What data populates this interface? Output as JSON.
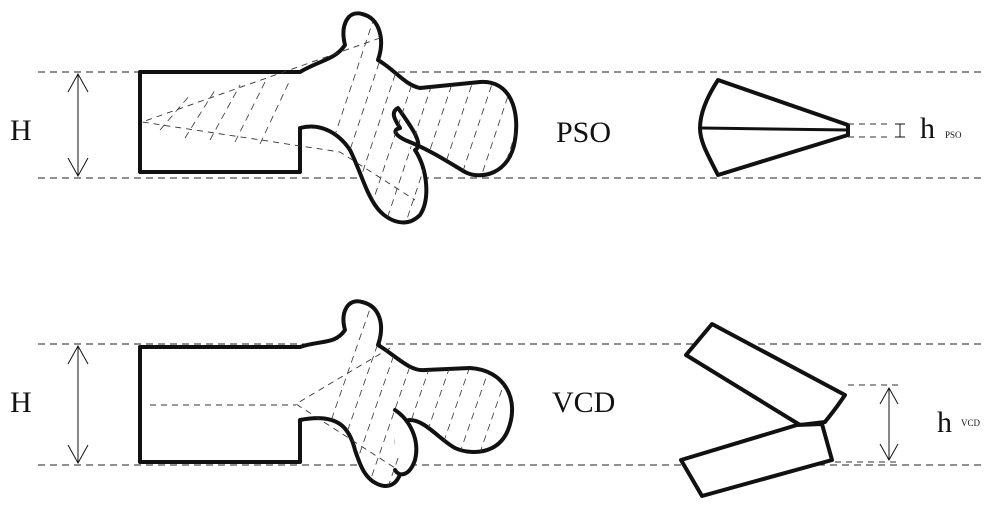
{
  "top": {
    "height_label": "H",
    "method_label": "PSO",
    "h_label": "h",
    "h_subscript": "PSO"
  },
  "bottom": {
    "height_label": "H",
    "method_label": "VCD",
    "h_label": "h",
    "h_subscript": "VCD"
  }
}
